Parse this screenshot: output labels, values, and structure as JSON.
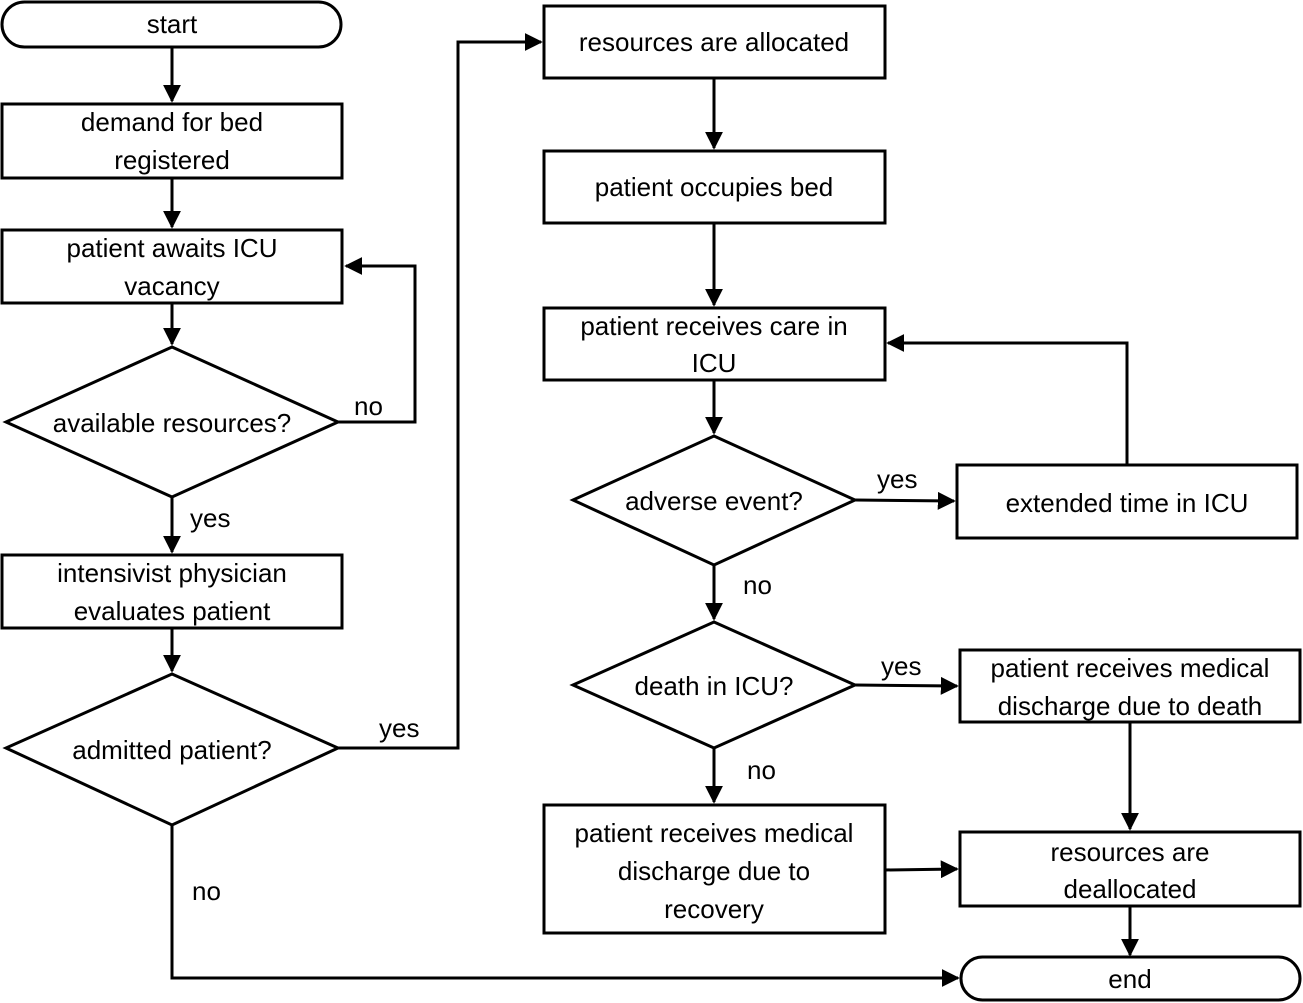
{
  "nodes": {
    "start": {
      "line1": "start"
    },
    "demand": {
      "line1": "demand for bed",
      "line2": "registered"
    },
    "await": {
      "line1": "patient awaits ICU",
      "line2": "vacancy"
    },
    "avail": {
      "line1": "available resources?"
    },
    "evaluate": {
      "line1": "intensivist physician",
      "line2": "evaluates patient"
    },
    "admitted": {
      "line1": "admitted patient?"
    },
    "allocated": {
      "line1": "resources are allocated"
    },
    "occupies": {
      "line1": "patient occupies bed"
    },
    "care": {
      "line1": "patient receives care in",
      "line2": "ICU"
    },
    "adverse": {
      "line1": "adverse event?"
    },
    "extended": {
      "line1": "extended time in ICU"
    },
    "death": {
      "line1": "death in ICU?"
    },
    "discharge_death": {
      "line1": "patient receives medical",
      "line2": "discharge due to death"
    },
    "discharge_recovery": {
      "line1": "patient receives medical",
      "line2": "discharge due to",
      "line3": "recovery"
    },
    "deallocated": {
      "line1": "resources are",
      "line2": "deallocated"
    },
    "end": {
      "line1": "end"
    }
  },
  "edge_labels": {
    "avail_no": "no",
    "avail_yes": "yes",
    "admitted_yes": "yes",
    "admitted_no": "no",
    "adverse_yes": "yes",
    "adverse_no": "no",
    "death_yes": "yes",
    "death_no": "no"
  }
}
